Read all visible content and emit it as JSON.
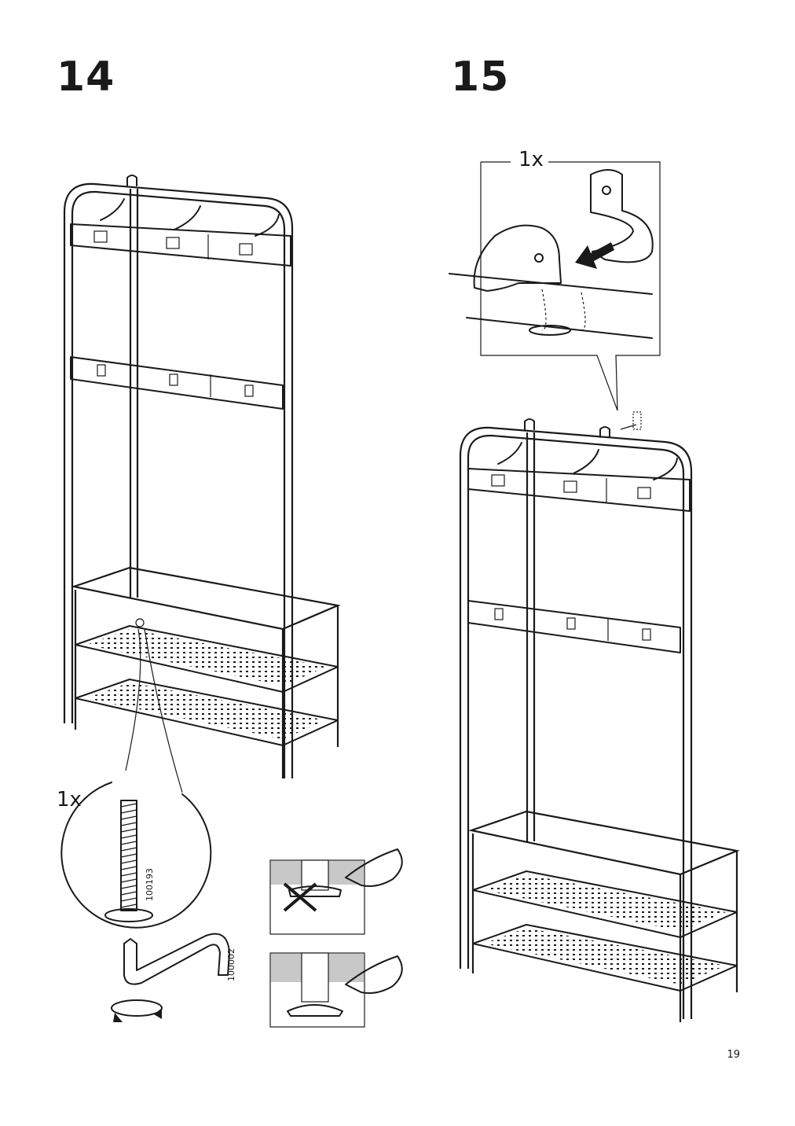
{
  "page": {
    "steps": [
      {
        "number": "14"
      },
      {
        "number": "15"
      }
    ],
    "step14": {
      "quantity": "1x",
      "bolt_code": "100193",
      "key_code": "100002"
    },
    "step15": {
      "quantity": "1x"
    },
    "page_number": "19"
  },
  "icons": {
    "rotate": "rotate-arrow-icon",
    "wrong": "x-mark-icon",
    "hand": "pointing-hand-icon"
  },
  "colors": {
    "line": "#1a1a1a",
    "shade": "#c8c8c8"
  }
}
